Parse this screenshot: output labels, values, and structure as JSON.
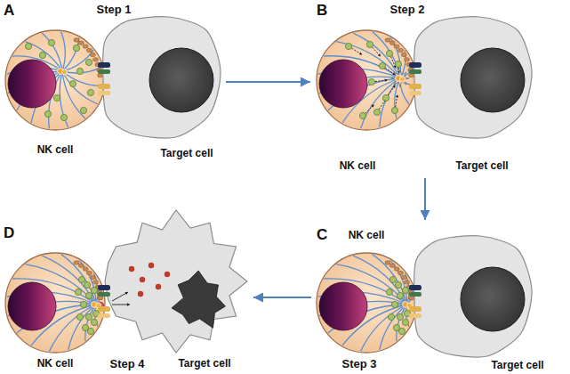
{
  "diagram": {
    "nodes": [
      {
        "text": [
          "A",
          "Step 1"
        ]
      },
      {
        "text": [
          "NK cell"
        ],
        "in": 0
      },
      {
        "text": [
          "Target cell"
        ],
        "in": 0
      },
      {
        "text": [
          "B",
          "Step 2"
        ]
      },
      {
        "text": [
          "NK cell"
        ],
        "in": 3
      },
      {
        "text": [
          "Target cell"
        ],
        "in": 3
      },
      {
        "text": [
          "C",
          "Step 3"
        ]
      },
      {
        "text": [
          "NK cell"
        ],
        "in": 6
      },
      {
        "text": [
          "Target cell"
        ],
        "in": 6
      },
      {
        "text": [
          "D",
          "Step 4"
        ]
      },
      {
        "text": [
          "NK cell"
        ],
        "in": 9
      },
      {
        "text": [
          "Target cell"
        ],
        "in": 9
      }
    ],
    "edges": [
      {
        "from": 0,
        "to": 3,
        "arrow": "to"
      },
      {
        "from": 3,
        "to": 6,
        "arrow": "to"
      },
      {
        "from": 6,
        "to": 9,
        "arrow": "to"
      }
    ]
  }
}
